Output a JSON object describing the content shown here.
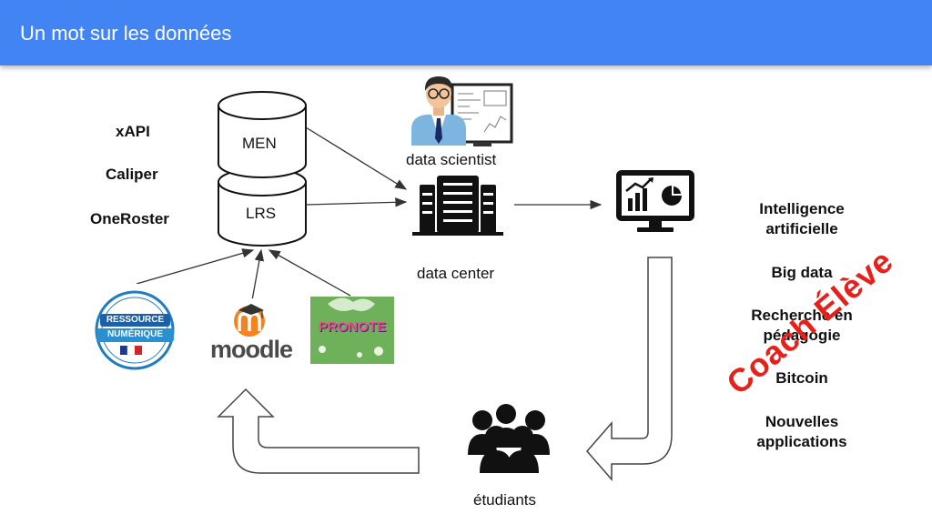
{
  "header": {
    "title": "Un mot sur les données"
  },
  "standards": [
    "xAPI",
    "Caliper",
    "OneRoster"
  ],
  "databases": {
    "top": "MEN",
    "bottom": "LRS"
  },
  "nodes": {
    "data_scientist": "data scientist",
    "data_center": "data center",
    "students": "étudiants"
  },
  "sources": {
    "ressource_line1": "RESSOURCE",
    "ressource_line2": "NUMÉRIQUE",
    "moodle": "moodle",
    "pronote": "PRONOTE"
  },
  "topics": {
    "ai": "Intelligence artificielle",
    "bigdata": "Big data",
    "research": "Recherche en pédagogie",
    "bitcoin": "Bitcoin",
    "apps": "Nouvelles applications"
  },
  "overlay": "Coach Élève",
  "colors": {
    "header": "#4284f3",
    "overlay": "#e8201b"
  }
}
